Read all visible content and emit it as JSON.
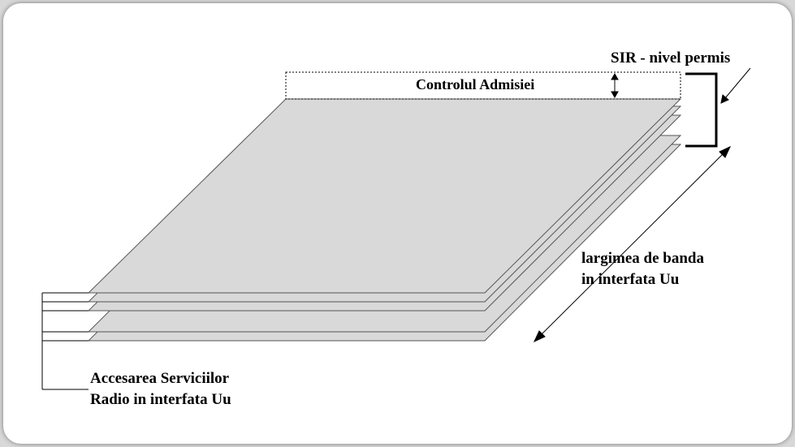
{
  "diagram": {
    "top_label": "Controlul Admisiei",
    "sir_label": "SIR - nivel permis",
    "bandwidth_label_line1": "largimea de banda",
    "bandwidth_label_line2": "in interfata Uu",
    "access_label_line1": "Accesarea Serviciilor",
    "access_label_line2": "Radio in interfata Uu",
    "colors": {
      "plate_fill": "#d9d9d9",
      "plate_stroke": "#555555",
      "line": "#000000",
      "background": "#ffffff"
    }
  }
}
